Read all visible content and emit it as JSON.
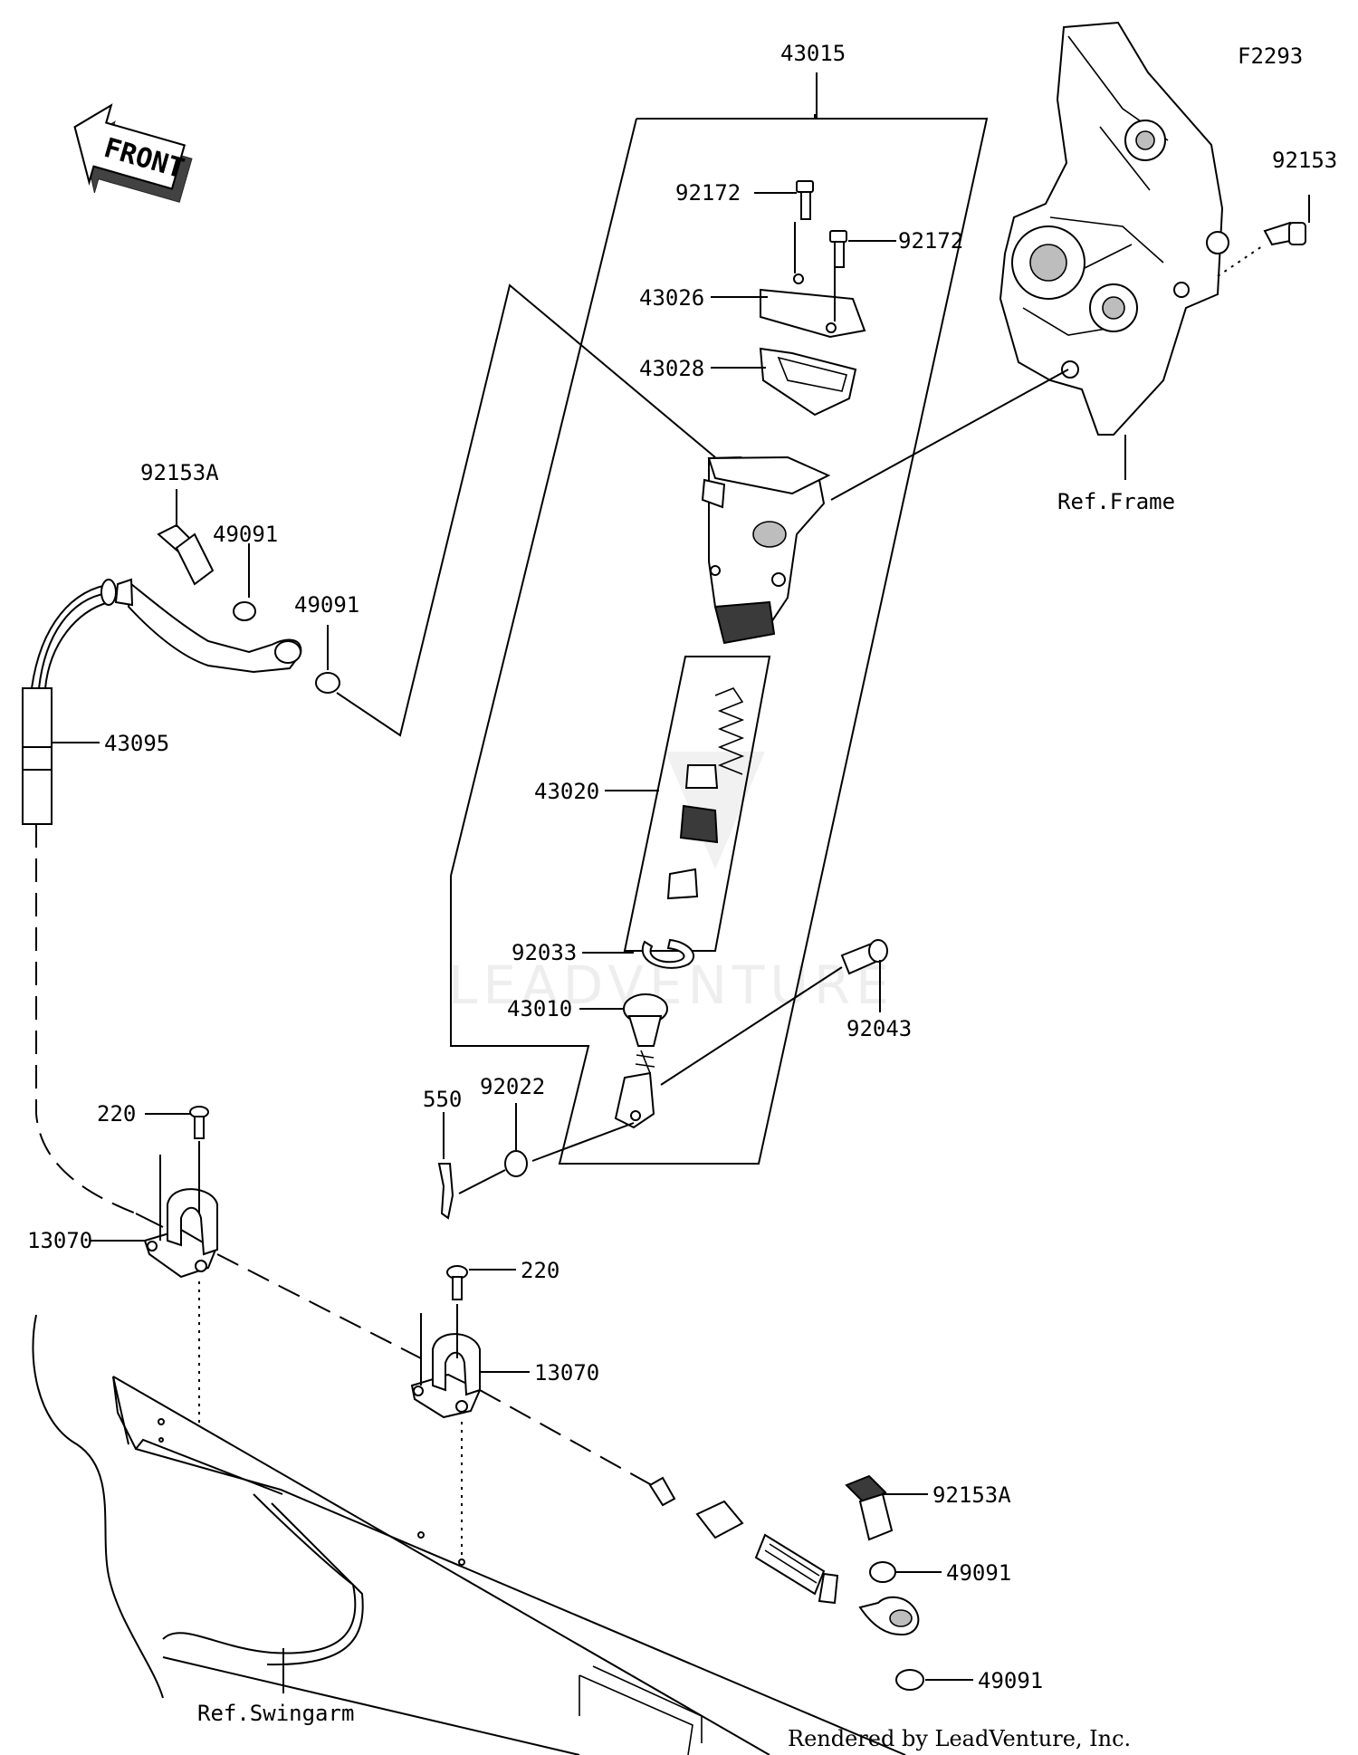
{
  "figure_code": "F2293",
  "front_label": "FRONT",
  "watermark": "LEADVENTURE",
  "credit": "Rendered by LeadVenture, Inc.",
  "references": {
    "frame": "Ref.Frame",
    "swingarm": "Ref.Swingarm"
  },
  "callouts": {
    "c43015": "43015",
    "c92172_a": "92172",
    "c92172_b": "92172",
    "c43026": "43026",
    "c43028": "43028",
    "c92153": "92153",
    "c92153A_top": "92153A",
    "c49091_a": "49091",
    "c49091_b": "49091",
    "c43095": "43095",
    "c43020": "43020",
    "c92033": "92033",
    "c43010": "43010",
    "c92043": "92043",
    "c550": "550",
    "c92022": "92022",
    "c220_a": "220",
    "c13070_a": "13070",
    "c220_b": "220",
    "c13070_b": "13070",
    "c92153A_bottom": "92153A",
    "c49091_c": "49091",
    "c49091_d": "49091"
  }
}
